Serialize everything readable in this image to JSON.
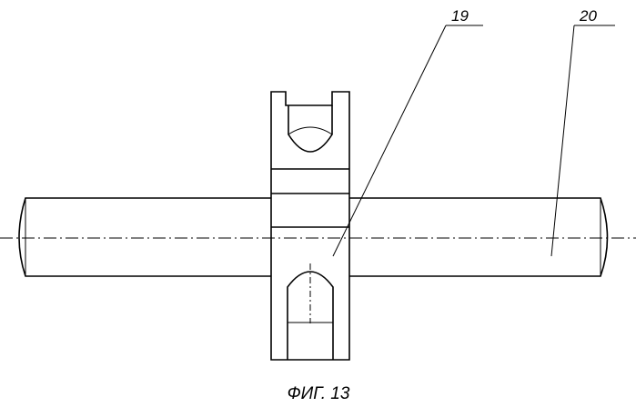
{
  "figure": {
    "caption": "ФИГ. 13",
    "labels": [
      {
        "id": "19",
        "text": "19"
      },
      {
        "id": "20",
        "text": "20"
      }
    ]
  }
}
